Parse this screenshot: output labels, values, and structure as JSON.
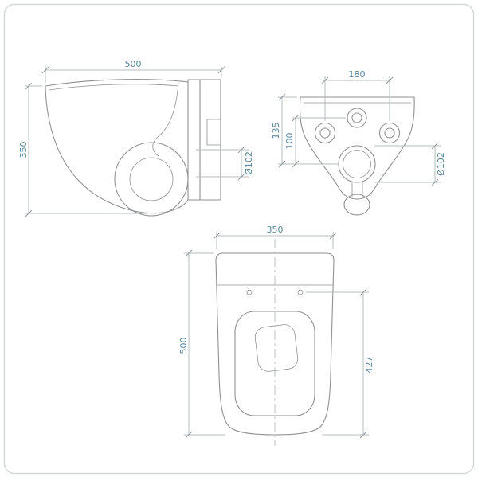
{
  "drawing": {
    "colors": {
      "outline": "#919191",
      "dimension_lines": "#b7bcbf",
      "dimension_text": "#58869c",
      "frame_border": "#d3d8da",
      "background": "#ffffff"
    },
    "side_view": {
      "width": "500",
      "height": "350",
      "outlet_diameter": "Ø102"
    },
    "rear_view": {
      "mounting_holes_spacing": "180",
      "outlet_center_depth": "135",
      "holes_center_depth": "100",
      "outlet_diameter": "Ø102"
    },
    "top_view": {
      "width": "350",
      "depth": "500",
      "hinge_depth": "427"
    }
  }
}
